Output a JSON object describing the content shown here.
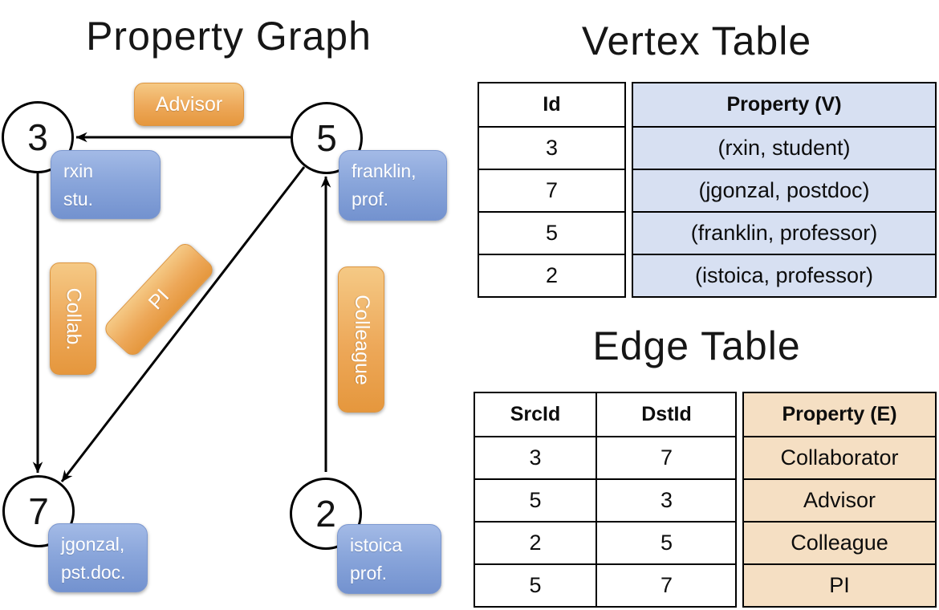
{
  "graph": {
    "title": "Property Graph",
    "nodes": [
      {
        "id": "3",
        "property_lines": [
          "rxin",
          "stu."
        ]
      },
      {
        "id": "5",
        "property_lines": [
          "franklin,",
          "prof."
        ]
      },
      {
        "id": "7",
        "property_lines": [
          "jgonzal,",
          "pst.doc."
        ]
      },
      {
        "id": "2",
        "property_lines": [
          "istoica",
          "prof."
        ]
      }
    ],
    "edge_labels": {
      "advisor": "Advisor",
      "collab": "Collab.",
      "pi": "PI",
      "colleague": "Colleague"
    }
  },
  "vertex_table": {
    "title": "Vertex Table",
    "columns": [
      "Id",
      "Property (V)"
    ],
    "rows": [
      [
        "3",
        "(rxin, student)"
      ],
      [
        "7",
        "(jgonzal, postdoc)"
      ],
      [
        "5",
        "(franklin, professor)"
      ],
      [
        "2",
        "(istoica, professor)"
      ]
    ]
  },
  "edge_table": {
    "title": "Edge Table",
    "columns": [
      "SrcId",
      "DstId",
      "Property (E)"
    ],
    "rows": [
      [
        "3",
        "7",
        "Collaborator"
      ],
      [
        "5",
        "3",
        "Advisor"
      ],
      [
        "2",
        "5",
        "Colleague"
      ],
      [
        "5",
        "7",
        "PI"
      ]
    ]
  },
  "colors": {
    "vertex_box_blue": "#8aa6db",
    "edge_label_orange": "#eda859",
    "vertex_table_fill": "#d7e0f2",
    "edge_table_fill": "#f5dfc3",
    "line_black": "#000000"
  }
}
